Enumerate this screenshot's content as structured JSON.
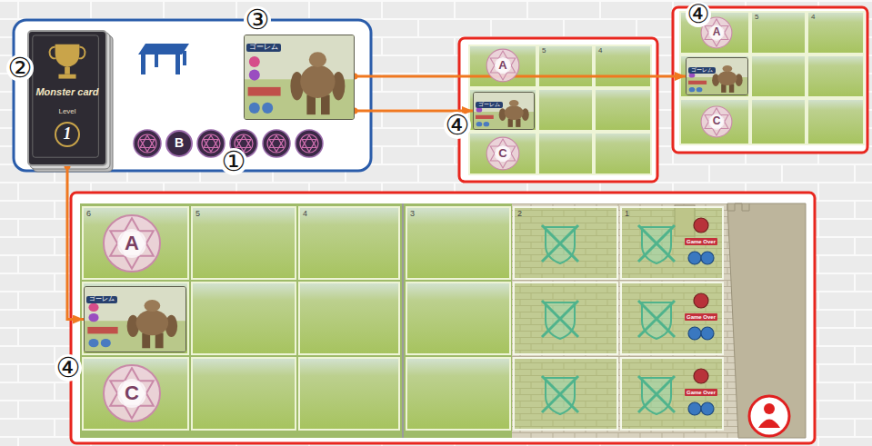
{
  "diagram": {
    "nodes": [
      {
        "text": [
          "Monster card",
          "Level",
          "1"
        ]
      },
      {
        "text": [
          "B"
        ]
      },
      {
        "text": [
          "ゴーレム"
        ]
      },
      {
        "text": [
          "A"
        ]
      },
      {
        "text": [
          "ゴーレム"
        ]
      },
      {
        "text": [
          "C"
        ]
      },
      {
        "text": [
          "A"
        ]
      },
      {
        "text": [
          "ゴーレム"
        ]
      },
      {
        "text": [
          "C"
        ]
      },
      {
        "text": [
          "A"
        ]
      },
      {
        "text": [
          "ゴーレム"
        ]
      },
      {
        "text": [
          "C"
        ]
      }
    ],
    "edges": [
      {
        "from": 0,
        "to": 10,
        "arrow": "to"
      },
      {
        "from": 2,
        "to": 4,
        "arrow": "to"
      },
      {
        "from": 2,
        "to": 7,
        "arrow": "to"
      }
    ],
    "labels": [
      "②",
      "③",
      "①",
      "④",
      "④",
      "④",
      "5",
      "4",
      "5",
      "4",
      "6",
      "5",
      "4",
      "3",
      "2",
      "1",
      "Game Over",
      "Game Over",
      "Game Over"
    ]
  }
}
